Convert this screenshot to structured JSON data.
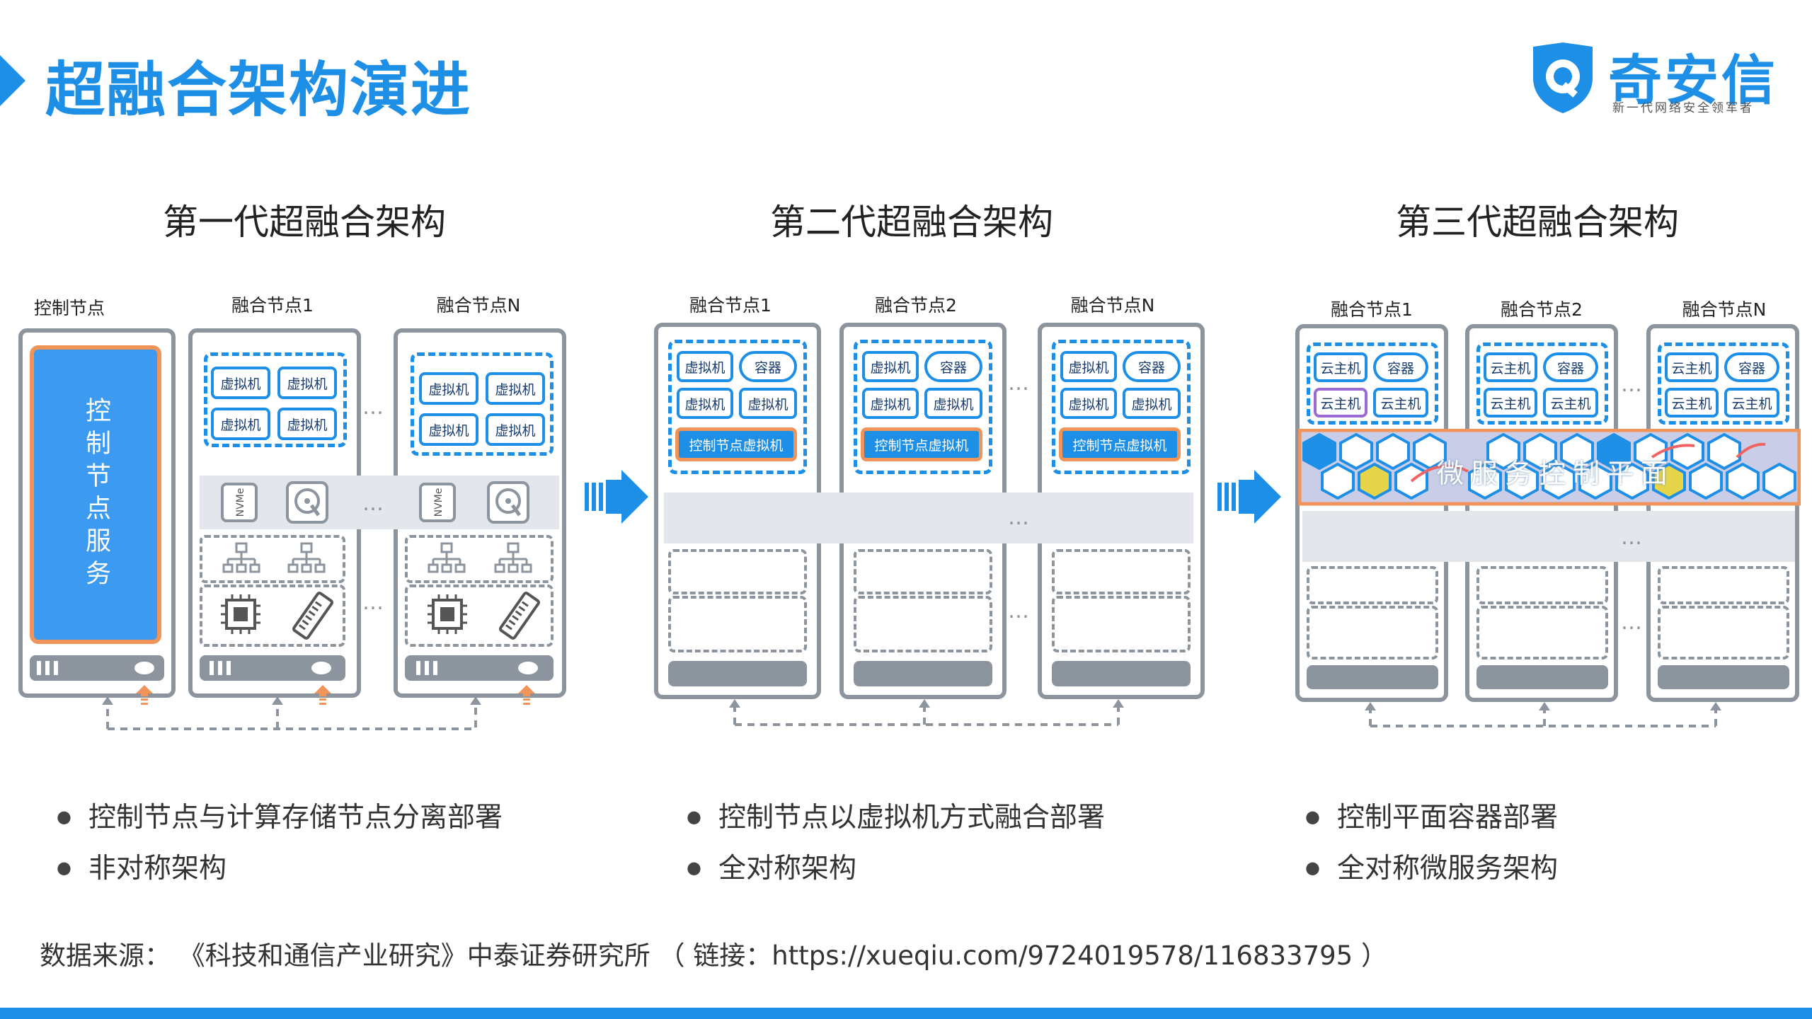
{
  "header": {
    "title": "超融合架构演进",
    "logo_name": "奇安信",
    "logo_slogan": "新一代网络安全领军者",
    "accent_color": "#1e8fe6"
  },
  "generations": [
    {
      "title": "第一代超融合架构",
      "nodes": [
        "控制节点",
        "融合节点1",
        "融合节点N"
      ],
      "control_service": "控制节点服务",
      "vm_label": "虚拟机",
      "bullets": [
        "控制节点与计算存储节点分离部署",
        "非对称架构"
      ]
    },
    {
      "title": "第二代超融合架构",
      "nodes": [
        "融合节点1",
        "融合节点2",
        "融合节点N"
      ],
      "vm_label": "虚拟机",
      "container_label": "容器",
      "control_vm_label": "控制节点虚拟机",
      "bullets": [
        "控制节点以虚拟机方式融合部署",
        "全对称架构"
      ]
    },
    {
      "title": "第三代超融合架构",
      "nodes": [
        "融合节点1",
        "融合节点2",
        "融合节点N"
      ],
      "host_label": "云主机",
      "container_label": "容器",
      "mesh_label": "微服务控制平面",
      "bullets": [
        "控制平面容器部署",
        "全对称微服务架构"
      ]
    }
  ],
  "nvme_label": "NVMe",
  "ellipsis": "…",
  "source": "数据来源：  《科技和通信产业研究》中泰证券研究所  （ 链接：https://xueqiu.com/9724019578/116833795 ）"
}
